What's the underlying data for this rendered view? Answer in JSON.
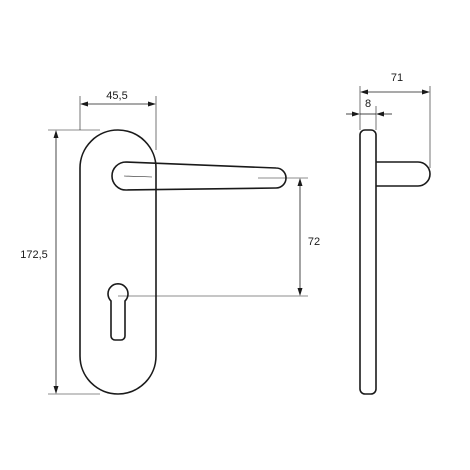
{
  "drawing": {
    "line_color": "#1a1a1a",
    "background": "#ffffff",
    "front_view": {
      "parts": [
        "backplate",
        "lever-handle",
        "cylinder-keyhole"
      ],
      "dimensions": {
        "plate_width": "45,5",
        "plate_height": "172,5",
        "handle_to_keyhole": "72"
      }
    },
    "side_view": {
      "parts": [
        "plate-edge",
        "handle-projection"
      ],
      "dimensions": {
        "total_depth": "71",
        "plate_thickness": "8"
      }
    }
  }
}
